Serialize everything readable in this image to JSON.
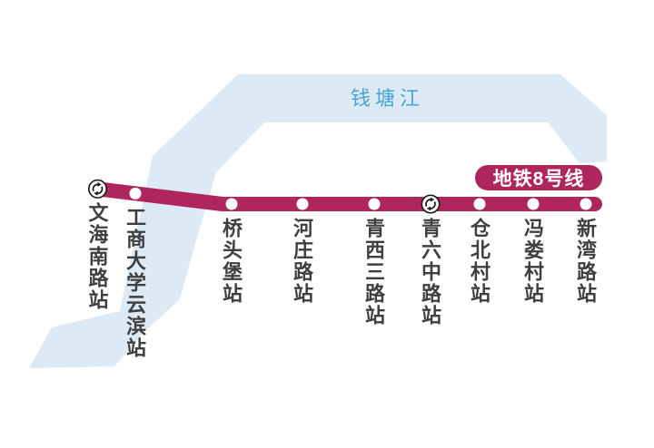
{
  "map": {
    "title_badge": {
      "label": "地铁8号线",
      "bg_color": "#af265c",
      "text_color": "#ffffff"
    },
    "river": {
      "name": "钱塘江",
      "band_color": "#dceaf5",
      "label_color": "#48a6d6"
    },
    "line": {
      "name": "地铁8号线",
      "color": "#af265c",
      "station_dot_color": "#ffffff",
      "label_color": "#3f3f3f",
      "transfer_icon_color": "#1c1c1c"
    },
    "stations": [
      {
        "name": "文海南路站",
        "transfer": true
      },
      {
        "name": "工商大学云滨站",
        "transfer": false
      },
      {
        "name": "桥头堡站",
        "transfer": false
      },
      {
        "name": "河庄路站",
        "transfer": false
      },
      {
        "name": "青西三路站",
        "transfer": false
      },
      {
        "name": "青六中路站",
        "transfer": true
      },
      {
        "name": "仓北村站",
        "transfer": false
      },
      {
        "name": "冯娄村站",
        "transfer": false
      },
      {
        "name": "新湾路站",
        "transfer": false
      }
    ]
  }
}
